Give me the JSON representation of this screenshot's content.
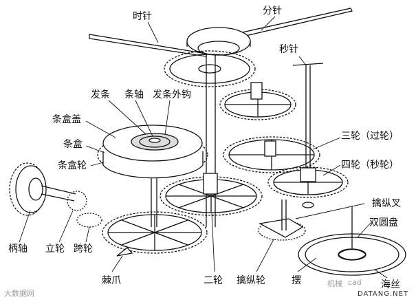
{
  "labels": {
    "hour_hand": "时针",
    "minute_hand": "分针",
    "second_hand": "秒针",
    "mainspring": "发条",
    "arbor": "条轴",
    "mainspring_hook": "发条外钩",
    "barrel_cover": "条盒盖",
    "barrel": "条盒",
    "barrel_wheel": "条盒轮",
    "third_wheel": "三轮（过轮）",
    "fourth_wheel": "四轮（秒轮）",
    "pallet_fork": "擒纵叉",
    "double_roller": "双圆盘",
    "stem": "柄轴",
    "crown_wheel": "立轮",
    "ratchet_wheel": "跨轮",
    "click": "棘爪",
    "second_wheel": "二轮",
    "escape_wheel": "擒纵轮",
    "balance": "摆",
    "hairspring": "海丝"
  },
  "watermarks": {
    "left": "大数据网",
    "right_cn": "机械",
    "right_en": "DATANG.NET",
    "right_cad": "cad"
  }
}
